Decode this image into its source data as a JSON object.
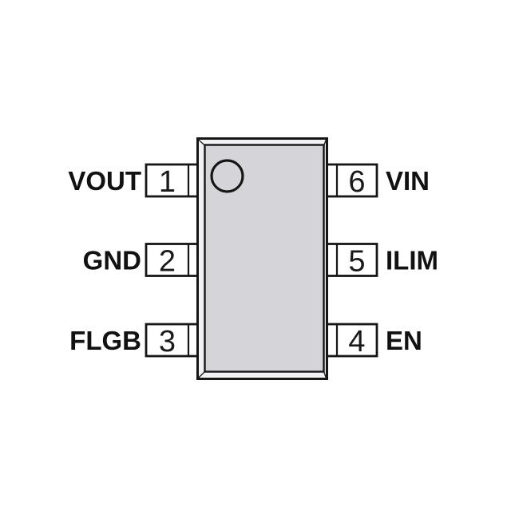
{
  "diagram": {
    "kind": "ic-package-pinout",
    "package_pin_count": "6",
    "colors": {
      "background": "#ffffff",
      "body_fill": "#d5d4d8",
      "bevel_fill": "#f2f1f4",
      "outline": "#161616",
      "pin_fill": "#ffffff"
    },
    "pin1_indicator": "dot-circle",
    "left_pins": [
      {
        "number": "1",
        "name": "VOUT"
      },
      {
        "number": "2",
        "name": "GND"
      },
      {
        "number": "3",
        "name": "FLGB"
      }
    ],
    "right_pins": [
      {
        "number": "6",
        "name": "VIN"
      },
      {
        "number": "5",
        "name": "ILIM"
      },
      {
        "number": "4",
        "name": "EN"
      }
    ]
  }
}
